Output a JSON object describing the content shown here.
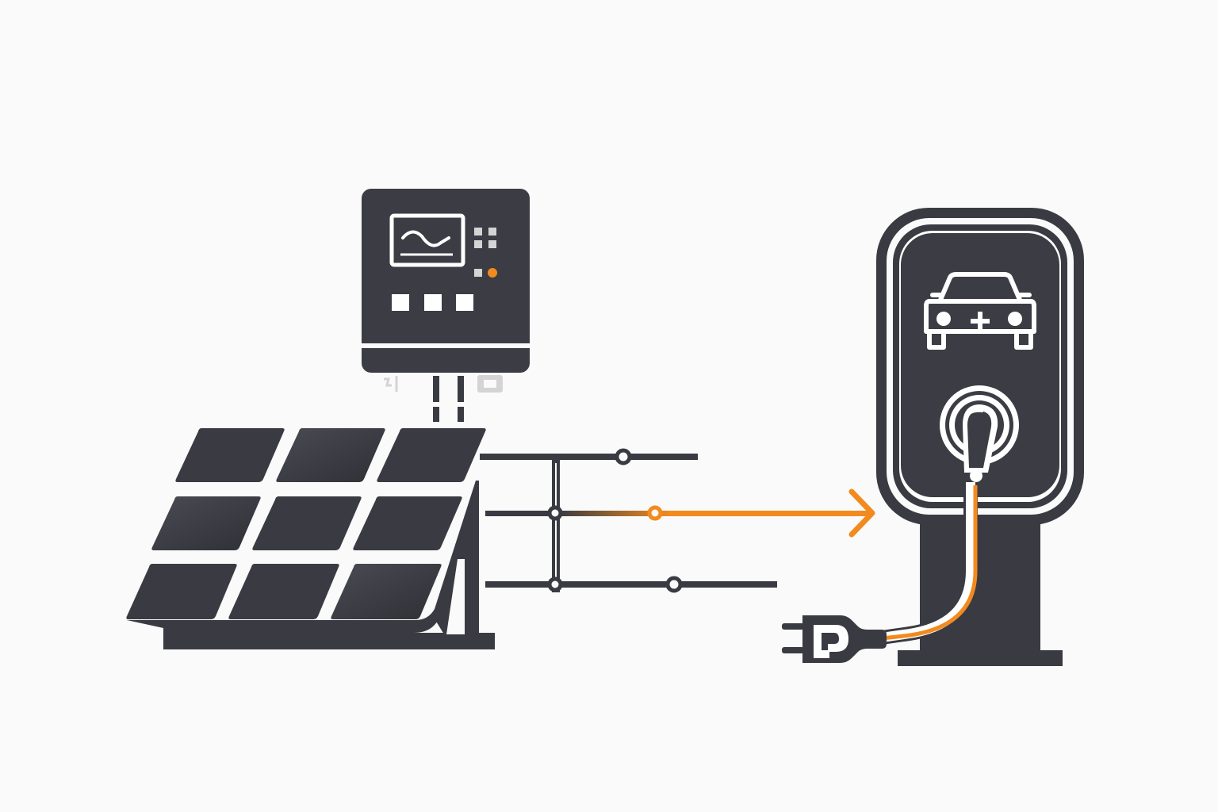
{
  "colors": {
    "background": "#fafafa",
    "dark": "#3a3b42",
    "panel": "#3c3d44",
    "accent": "#f28a1e",
    "light": "#ffffff",
    "muted": "#d4d4d4"
  },
  "components": {
    "solar_array": {
      "icon": "solar-panel-icon",
      "rows": 3,
      "cols": 3
    },
    "inverter": {
      "icon": "inverter-icon",
      "display_symbol": "sine-wave-icon",
      "status_led": "accent"
    },
    "distribution": {
      "icon": "bus-bar-icon",
      "lines": 3,
      "active_line": 2
    },
    "ev_charger": {
      "icon": "ev-charger-icon",
      "symbol": "car-plus-icon",
      "connector": "plug-icon"
    }
  },
  "flows": [
    {
      "from": "solar_array",
      "to": "inverter",
      "style": "dark"
    },
    {
      "from": "distribution",
      "to": "ev_charger",
      "style": "accent",
      "arrow": true
    },
    {
      "from": "ev_charger",
      "to": "plug",
      "style": "accent"
    }
  ]
}
